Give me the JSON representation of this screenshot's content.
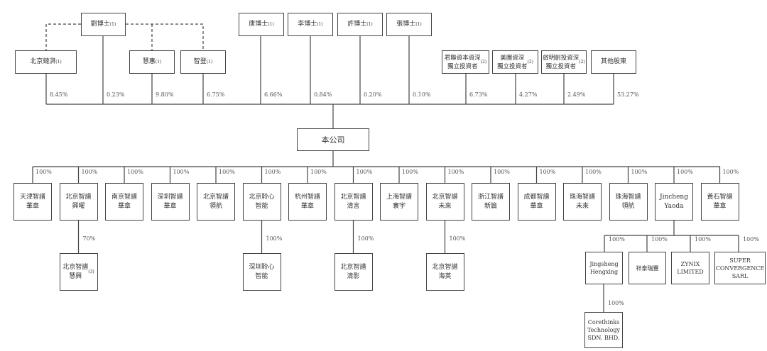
{
  "shareholders_top": [
    {
      "label": "劉博士",
      "note": "(1)"
    },
    {
      "label": "唐博士",
      "note": "(1)"
    },
    {
      "label": "李博士",
      "note": "(1)"
    },
    {
      "label": "許博士",
      "note": "(1)"
    },
    {
      "label": "張博士",
      "note": "(1)"
    }
  ],
  "shareholders_second": [
    {
      "label": "北京鏈湃",
      "note": "(1)"
    },
    {
      "label": "慧惠",
      "note": "(1)"
    },
    {
      "label": "智登",
      "note": "(1)"
    },
    {
      "label": "君聯資本資深\n獨立投資者",
      "note": "(2)"
    },
    {
      "label": "美團資深\n獨立投資者",
      "note": "(2)"
    },
    {
      "label": "啟明創投資深\n獨立投資者",
      "note": "(2)"
    },
    {
      "label": "其他股東",
      "note": ""
    }
  ],
  "shareholding_pcts": [
    "8.45%",
    "0.23%",
    "9.80%",
    "6.75%",
    "6.66%",
    "0.84%",
    "0.20%",
    "0.10%",
    "6.73%",
    "4.27%",
    "2.49%",
    "53.27%"
  ],
  "company": "本公司",
  "subsidiaries": [
    {
      "label": "天津智譜\n華章",
      "pct": "100%"
    },
    {
      "label": "北京智譜\n興曜",
      "pct": "100%"
    },
    {
      "label": "南京智譜\n華章",
      "pct": "100%"
    },
    {
      "label": "深圳智譜\n華章",
      "pct": "100%"
    },
    {
      "label": "北京智譜\n領航",
      "pct": "100%"
    },
    {
      "label": "北京聆心\n智能",
      "pct": "100%"
    },
    {
      "label": "杭州智譜\n華章",
      "pct": "100%"
    },
    {
      "label": "北京智譜\n清言",
      "pct": "100%"
    },
    {
      "label": "上海智譜\n寰宇",
      "pct": "100%"
    },
    {
      "label": "北京智譜\n未來",
      "pct": "100%"
    },
    {
      "label": "浙江智譜\n新篇",
      "pct": "100%"
    },
    {
      "label": "成都智譜\n華章",
      "pct": "100%"
    },
    {
      "label": "珠海智譜\n未來",
      "pct": "100%"
    },
    {
      "label": "珠海智譜\n領航",
      "pct": "100%"
    },
    {
      "label": "Jincheng\nYaoda",
      "pct": "100%"
    },
    {
      "label": "黃石智譜\n華章",
      "pct": "100%"
    }
  ],
  "second_tier": [
    {
      "label": "北京智譜\n慧興",
      "note": "(3)",
      "pct": "70%"
    },
    {
      "label": "深圳聆心\n智能",
      "note": "",
      "pct": "100%"
    },
    {
      "label": "北京智譜\n清影",
      "note": "",
      "pct": "100%"
    },
    {
      "label": "北京智譜\n海英",
      "note": "",
      "pct": "100%"
    }
  ],
  "jincheng_subs": [
    {
      "label": "Jingsheng\nHengxing",
      "pct": "100%"
    },
    {
      "label": "祥泰瑞豐",
      "pct": "100%"
    },
    {
      "label": "ZYNIX\nLIMITED",
      "pct": "100%"
    },
    {
      "label": "SUPER\nCONVERGENCE\nSARL",
      "pct": "100%"
    }
  ],
  "third_tier": {
    "label": "Corethinks\nTechnology\nSDN. BHD.",
    "pct": "100%"
  }
}
